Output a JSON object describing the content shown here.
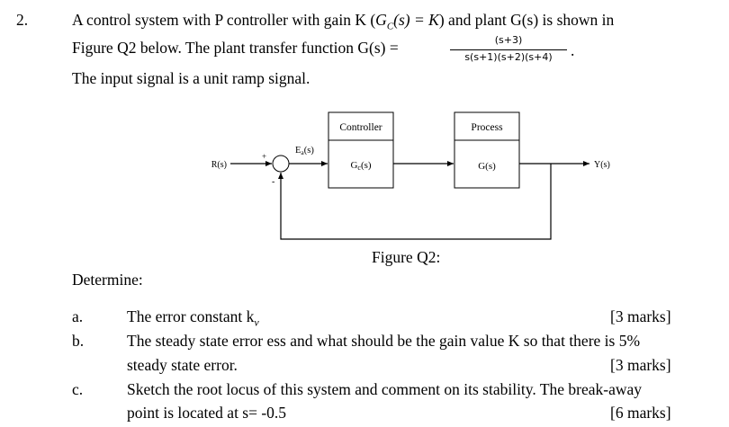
{
  "question": {
    "number": "2.",
    "line1_pre": "A control system with P controller with gain K (",
    "line1_gc": "G",
    "line1_gc_sub": "C",
    "line1_gc_arg": "(s) = K",
    "line1_post": ") and plant G(s) is shown in",
    "line2_pre": "Figure Q2 below.  The plant transfer function G(s) =",
    "tf_numerator": "(s+3)",
    "tf_denominator": "s(s+1)(s+2)(s+4)",
    "line2_post": ".",
    "line3": "The input signal is a unit ramp signal."
  },
  "diagram": {
    "controller_header": "Controller",
    "controller_body": "Gc(s)",
    "process_header": "Process",
    "process_body": "G(s)",
    "input_label": "R(s)",
    "error_label": "Ea(s)",
    "output_label": "Y(s)",
    "plus_sign": "+",
    "minus_sign": "-",
    "caption": "Figure Q2:"
  },
  "determine": "Determine:",
  "parts": [
    {
      "label": "a.",
      "text": "The error constant k",
      "sub": "v",
      "marks": "[3 marks]"
    },
    {
      "label": "b.",
      "text": "The steady state error ess and what should be the gain value K so that there is 5%",
      "text2": "steady state error.",
      "marks": "[3 marks]"
    },
    {
      "label": "c.",
      "text": "Sketch the root locus of this system and comment on its stability. The break-away",
      "text2": "point is located at s= -0.5",
      "marks": "[6 marks]"
    }
  ]
}
